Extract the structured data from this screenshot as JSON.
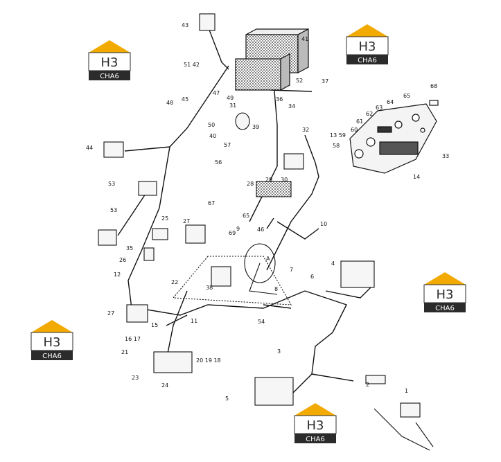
{
  "diagram": {
    "brand": {
      "mark": "H3",
      "name": "CHA6",
      "colors": {
        "roof": "#f2a900",
        "dark": "#2b2b2b",
        "light": "#ffffff"
      }
    },
    "callouts": [
      {
        "n": "1"
      },
      {
        "n": "2"
      },
      {
        "n": "3"
      },
      {
        "n": "4"
      },
      {
        "n": "5"
      },
      {
        "n": "6"
      },
      {
        "n": "7"
      },
      {
        "n": "8"
      },
      {
        "n": "9"
      },
      {
        "n": "10"
      },
      {
        "n": "11"
      },
      {
        "n": "12"
      },
      {
        "n": "13 59"
      },
      {
        "n": "14"
      },
      {
        "n": "15"
      },
      {
        "n": "16 17"
      },
      {
        "n": "20 19 18"
      },
      {
        "n": "21"
      },
      {
        "n": "22"
      },
      {
        "n": "23"
      },
      {
        "n": "24"
      },
      {
        "n": "25"
      },
      {
        "n": "26"
      },
      {
        "n": "27"
      },
      {
        "n": "27"
      },
      {
        "n": "28"
      },
      {
        "n": "29"
      },
      {
        "n": "30"
      },
      {
        "n": "31"
      },
      {
        "n": "32"
      },
      {
        "n": "33"
      },
      {
        "n": "34"
      },
      {
        "n": "35"
      },
      {
        "n": "36"
      },
      {
        "n": "37"
      },
      {
        "n": "38"
      },
      {
        "n": "39"
      },
      {
        "n": "40"
      },
      {
        "n": "41"
      },
      {
        "n": "43"
      },
      {
        "n": "44"
      },
      {
        "n": "45"
      },
      {
        "n": "46"
      },
      {
        "n": "47"
      },
      {
        "n": "48"
      },
      {
        "n": "49"
      },
      {
        "n": "50"
      },
      {
        "n": "51 42"
      },
      {
        "n": "52"
      },
      {
        "n": "53"
      },
      {
        "n": "53"
      },
      {
        "n": "54"
      },
      {
        "n": "56"
      },
      {
        "n": "57"
      },
      {
        "n": "58"
      },
      {
        "n": "60"
      },
      {
        "n": "61"
      },
      {
        "n": "62"
      },
      {
        "n": "63"
      },
      {
        "n": "64"
      },
      {
        "n": "65"
      },
      {
        "n": "65"
      },
      {
        "n": "67"
      },
      {
        "n": "68"
      },
      {
        "n": "69"
      },
      {
        "n": "A"
      }
    ]
  }
}
